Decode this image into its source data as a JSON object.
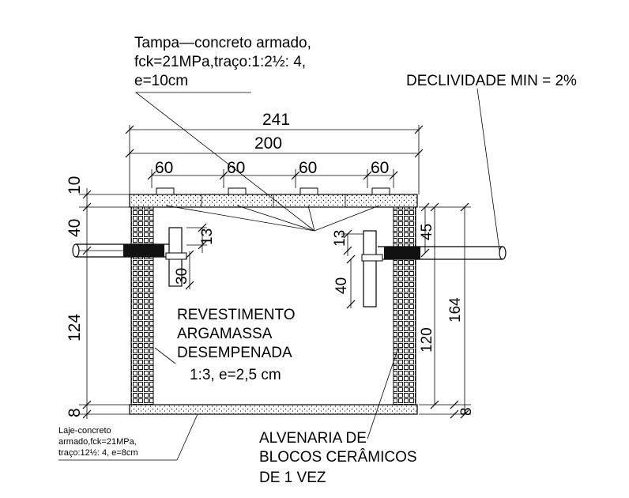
{
  "annotations": {
    "tampa_line1": "Tampa—concreto armado,",
    "tampa_line2": "fck=21MPa,traço:1:2½: 4,",
    "tampa_line3": "e=10cm",
    "declividade": "DECLIVIDADE MIN = 2%",
    "revestimento_line1": "REVESTIMENTO",
    "revestimento_line2": "ARGAMASSA",
    "revestimento_line3": "DESEMPENADA",
    "revestimento_line4": "1:3,  e=2,5 cm",
    "laje_line1": "Laje-concreto",
    "laje_line2": "armado,fck=21MPa,",
    "laje_line3": "traço:12½: 4, e=8cm",
    "alvenaria_line1": "ALVENARIA DE",
    "alvenaria_line2": "BLOCOS CERÂMICOS",
    "alvenaria_line3": "DE 1 VEZ"
  },
  "dimensions": {
    "total_width": "241",
    "inner_width": "200",
    "segments": [
      "60",
      "60",
      "60",
      "60"
    ],
    "cover_thickness": "10",
    "inlet_depth": "40",
    "depth_left": "124",
    "slab_left": "8",
    "inlet_drop": "13",
    "inlet_tee": "30",
    "outlet_drop": "13",
    "outlet_tee": "40",
    "outlet_depth": "45",
    "inner_height_right": "120",
    "total_height_right": "164",
    "slab_right": "8"
  }
}
